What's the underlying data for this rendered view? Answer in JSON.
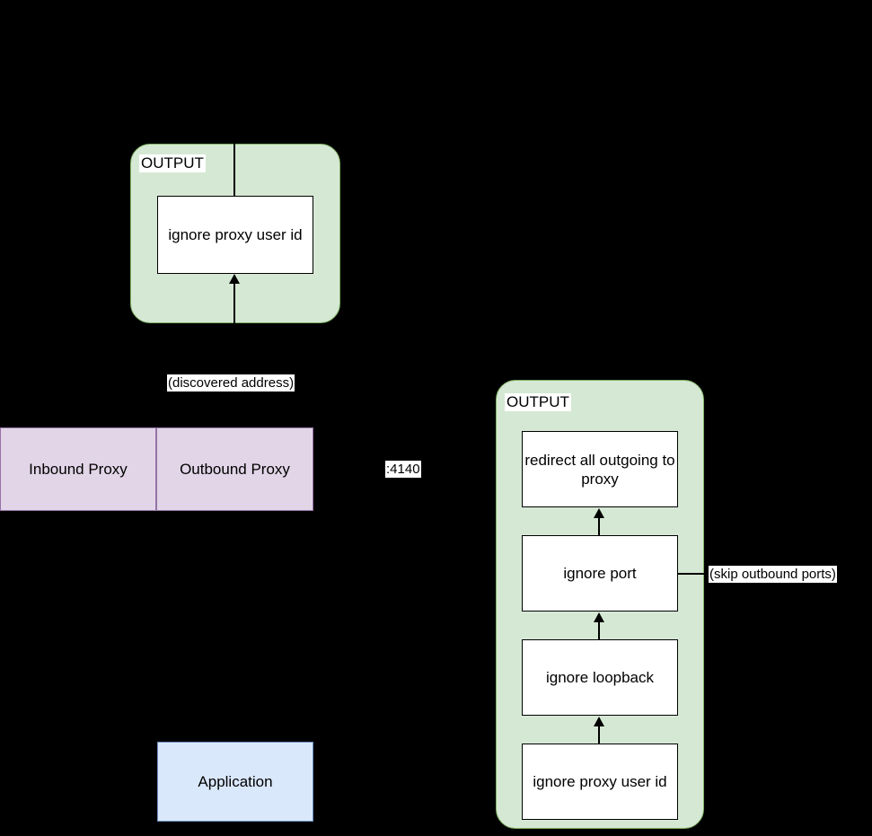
{
  "diagram": {
    "background_color": "#000000",
    "groups": [
      {
        "id": "inbound-output-group",
        "label": "OUTPUT",
        "fill": "#d5e8d4",
        "stroke": "#82b366",
        "nodes": [
          {
            "id": "inbound-ignore-proxy-user-id",
            "label": "ignore proxy user id"
          }
        ]
      },
      {
        "id": "outbound-output-group",
        "label": "OUTPUT",
        "fill": "#d5e8d4",
        "stroke": "#82b366",
        "nodes": [
          {
            "id": "redirect-all-outgoing-to-proxy",
            "label": "redirect all outgoing to proxy"
          },
          {
            "id": "ignore-port",
            "label": "ignore port"
          },
          {
            "id": "ignore-loopback",
            "label": "ignore loopback"
          },
          {
            "id": "outbound-ignore-proxy-user-id",
            "label": "ignore proxy user id"
          }
        ]
      }
    ],
    "nodes": [
      {
        "id": "inbound-proxy",
        "label": "Inbound Proxy",
        "fill": "#e1d5e7",
        "stroke": "#9673a6"
      },
      {
        "id": "outbound-proxy",
        "label": "Outbound Proxy",
        "fill": "#e1d5e7",
        "stroke": "#9673a6"
      },
      {
        "id": "application",
        "label": "Application",
        "fill": "#dae8fc",
        "stroke": "#6c8ebf"
      }
    ],
    "edge_labels": [
      {
        "id": "discovered-address",
        "text": "(discovered address)"
      },
      {
        "id": "proxy-port",
        "text": ":4140"
      },
      {
        "id": "skip-outbound-ports",
        "text": "(skip outbound ports)"
      }
    ]
  }
}
